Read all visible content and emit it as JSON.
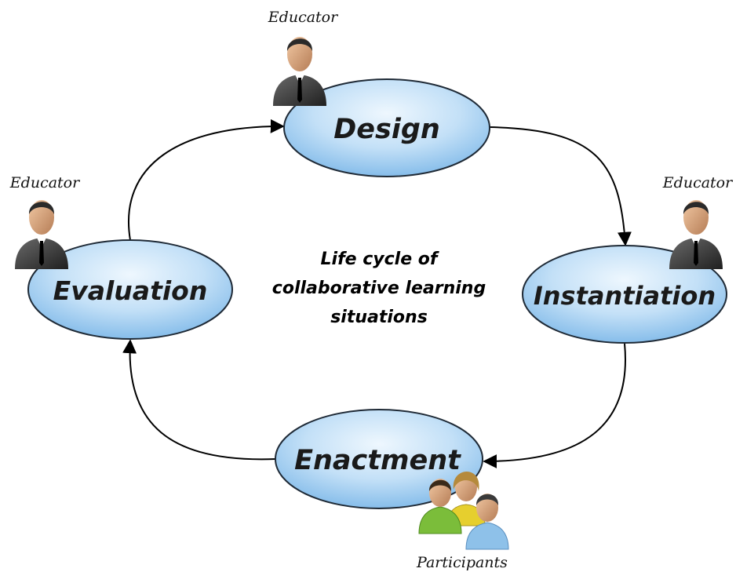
{
  "center_title": {
    "line1": "Life cycle of",
    "line2": "collaborative learning",
    "line3": "situations"
  },
  "stages": {
    "design": {
      "label": "Design",
      "role": "Educator"
    },
    "instantiation": {
      "label": "Instantiation",
      "role": "Educator"
    },
    "enactment": {
      "label": "Enactment",
      "role": "Participants"
    },
    "evaluation": {
      "label": "Evaluation",
      "role": "Educator"
    }
  },
  "colors": {
    "ellipse_fill_light": "#e9f4fd",
    "ellipse_fill_dark": "#8fc3ee",
    "ellipse_stroke": "#1f2a36",
    "arrow": "#000000",
    "educator_suit": "#3a3a3a",
    "participant_green": "#7bbd3a",
    "participant_yellow": "#e6cf2e",
    "participant_blue": "#8ec1e9"
  },
  "icons": [
    "educator-icon",
    "participants-icon",
    "arrow-icon"
  ]
}
